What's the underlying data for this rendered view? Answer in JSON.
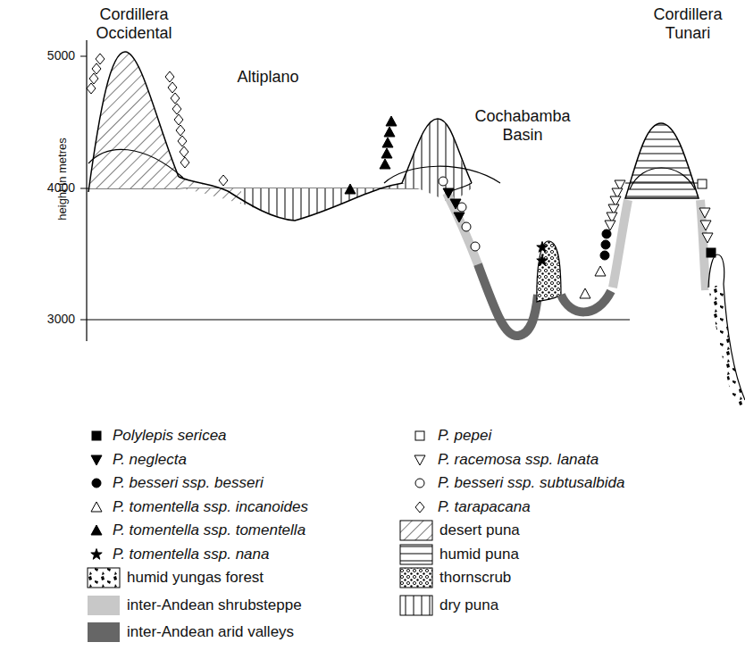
{
  "diagram": {
    "labels": [
      "Cordillera Occidental",
      "Altiplano",
      "Cochabamba Basin",
      "Cordillera Tunari",
      "5000",
      "4000",
      "3000",
      "height in metres"
    ],
    "legend": [
      {
        "text": "Polylepis sericea"
      },
      {
        "text": "P. pepei"
      },
      {
        "text": "P. neglecta"
      },
      {
        "text": "P. racemosa ssp. lanata"
      },
      {
        "text": "P. besseri ssp. besseri"
      },
      {
        "text": "P. besseri ssp. subtusalbida"
      },
      {
        "text": "P. tomentella ssp. incanoides"
      },
      {
        "text": "P. tarapacana"
      },
      {
        "text": "P. tomentella ssp. tomentella"
      },
      {
        "text": "desert puna"
      },
      {
        "text": "P. tomentella ssp. nana"
      },
      {
        "text": "humid puna"
      },
      {
        "text": "humid yungas forest"
      },
      {
        "text": "thornscrub"
      },
      {
        "text": "inter-Andean shrubsteppe",
        "color": "#c8c8c8"
      },
      {
        "text": "dry puna"
      },
      {
        "text": "inter-Andean arid valleys",
        "color": "#666666"
      }
    ]
  }
}
